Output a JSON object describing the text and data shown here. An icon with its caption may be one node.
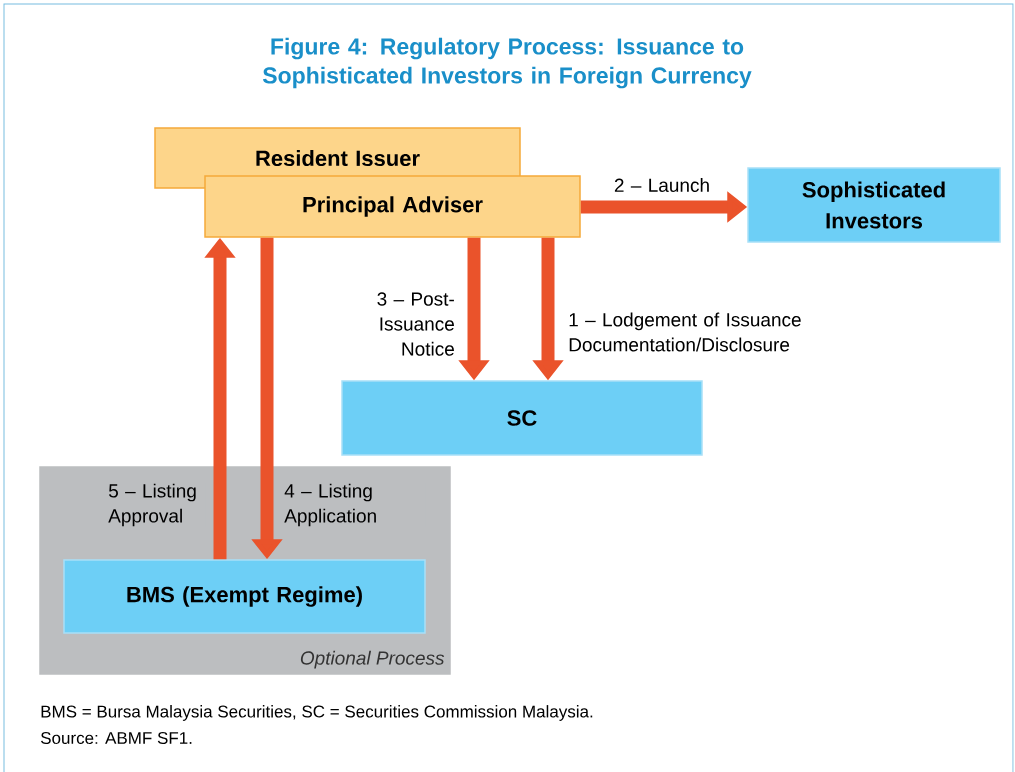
{
  "diagram": {
    "title": "Figure 4: Regulatory Process: Issuance to Sophisticated Investors in Foreign Currency",
    "nodes": [
      {
        "text": [
          "Resident Issuer"
        ]
      },
      {
        "text": [
          "Principal Adviser"
        ]
      },
      {
        "text": [
          "Sophisticated Investors"
        ]
      },
      {
        "text": [
          "SC"
        ]
      },
      {
        "text": [
          "Optional Process"
        ]
      },
      {
        "text": [
          "BMS (Exempt Regime)"
        ],
        "in": 4
      }
    ],
    "edges": [
      {
        "from": 1,
        "to": 3,
        "arrow": "to",
        "label": "1 – Lodgement of Issuance Documentation/Disclosure"
      },
      {
        "from": 1,
        "to": 2,
        "arrow": "to",
        "label": "2 – Launch"
      },
      {
        "from": 1,
        "to": 3,
        "arrow": "to",
        "label": "3 – Post-Issuance Notice"
      },
      {
        "from": 1,
        "to": 5,
        "arrow": "to",
        "label": "4 – Listing Application"
      },
      {
        "from": 5,
        "to": 1,
        "arrow": "to",
        "label": "5 – Listing Approval"
      }
    ],
    "labels": [
      "BMS = Bursa Malaysia Securities, SC = Securities Commission Malaysia.",
      "Source: ABMF SF1."
    ]
  }
}
